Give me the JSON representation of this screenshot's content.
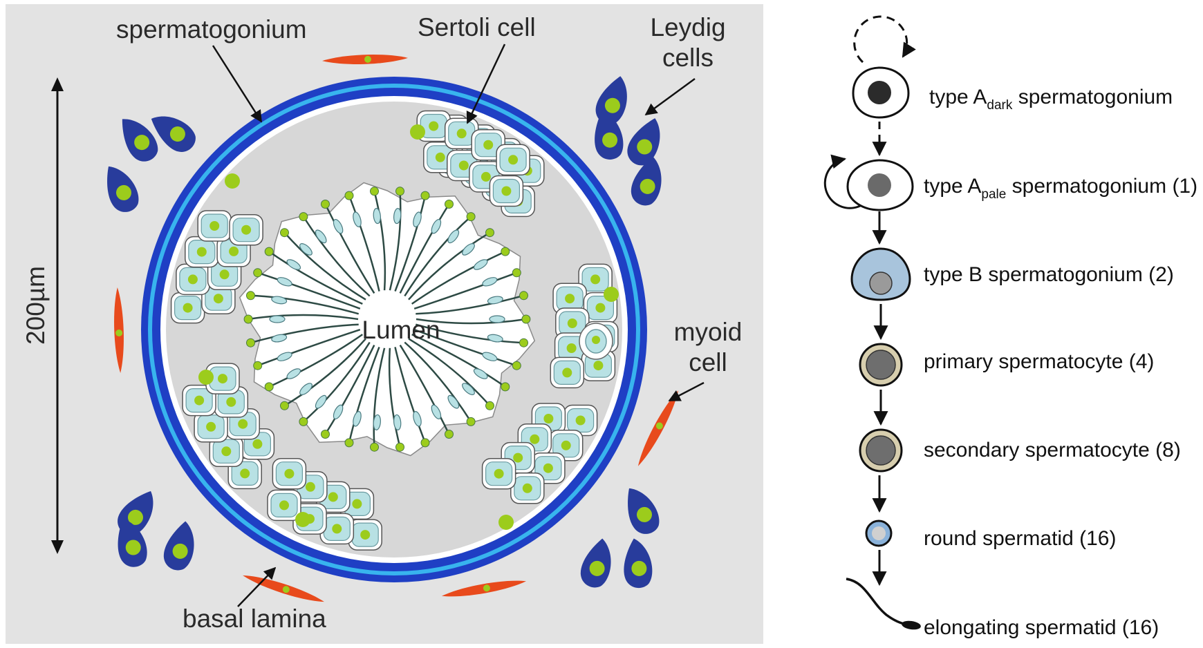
{
  "left_panel": {
    "labels": {
      "spermatogonium": "spermatogonium",
      "sertoli": "Sertoli cell",
      "leydig_line1": "Leydig",
      "leydig_line2": "cells",
      "myoid_line1": "myoid",
      "myoid_line2": "cell",
      "basal_lamina": "basal lamina",
      "lumen": "Lumen",
      "scale": "200µm"
    }
  },
  "right_panel": {
    "steps": [
      {
        "prefix": "type A",
        "sub": "dark",
        "suffix": " spermatogonium"
      },
      {
        "prefix": "type A",
        "sub": "pale",
        "suffix": " spermatogonium (1)"
      },
      {
        "label": "type B spermatogonium (2)"
      },
      {
        "label": "primary spermatocyte (4)"
      },
      {
        "label": "secondary spermatocyte (8)"
      },
      {
        "label": "round spermatid (16)"
      },
      {
        "label": "elongating spermatid (16)"
      }
    ]
  },
  "colors": {
    "panel_bg": "#e3e3e3",
    "tubule_ring": "#1f3fc4",
    "tubule_ring_inner": "#38b4ee",
    "sertoli_fill": "#d7d7d7",
    "germ_cell_fill": "#b8e1e4",
    "nucleus_green": "#9ccc1c",
    "leydig_fill": "#283c9c",
    "myoid_fill": "#e84a1c",
    "typeB_fill": "#a8c4dc",
    "spermatocyte_fill": "#d7ceae",
    "spermatid_fill": "#8ab2da"
  }
}
